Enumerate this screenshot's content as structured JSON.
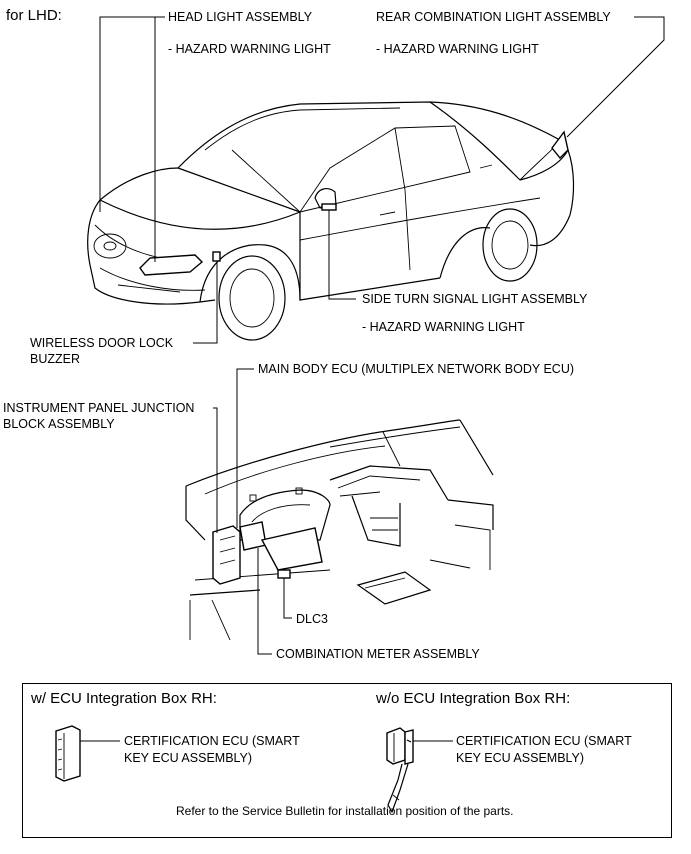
{
  "header": {
    "variant": "for LHD:"
  },
  "labels": {
    "head_light": "HEAD LIGHT ASSEMBLY",
    "head_light_sub": "- HAZARD WARNING LIGHT",
    "rear_combination": "REAR COMBINATION LIGHT ASSEMBLY",
    "rear_combination_sub": "- HAZARD WARNING LIGHT",
    "side_turn": "SIDE TURN SIGNAL LIGHT ASSEMBLY",
    "side_turn_sub": "- HAZARD WARNING LIGHT",
    "wireless_buzzer_line1": "WIRELESS DOOR LOCK",
    "wireless_buzzer_line2": "BUZZER",
    "main_body_ecu": "MAIN BODY ECU (MULTIPLEX NETWORK BODY ECU)",
    "junction_block_line1": "INSTRUMENT PANEL JUNCTION",
    "junction_block_line2": "BLOCK ASSEMBLY",
    "dlc3": "DLC3",
    "combination_meter": "COMBINATION METER ASSEMBLY"
  },
  "legend": {
    "with_box": {
      "heading": "w/ ECU Integration Box RH:",
      "part_line1": "CERTIFICATION ECU (SMART",
      "part_line2": "KEY ECU ASSEMBLY)"
    },
    "without_box": {
      "heading": "w/o ECU Integration Box RH:",
      "part_line1": "CERTIFICATION ECU (SMART",
      "part_line2": "KEY ECU ASSEMBLY)"
    },
    "note": "Refer to the Service Bulletin for installation position of the parts."
  }
}
